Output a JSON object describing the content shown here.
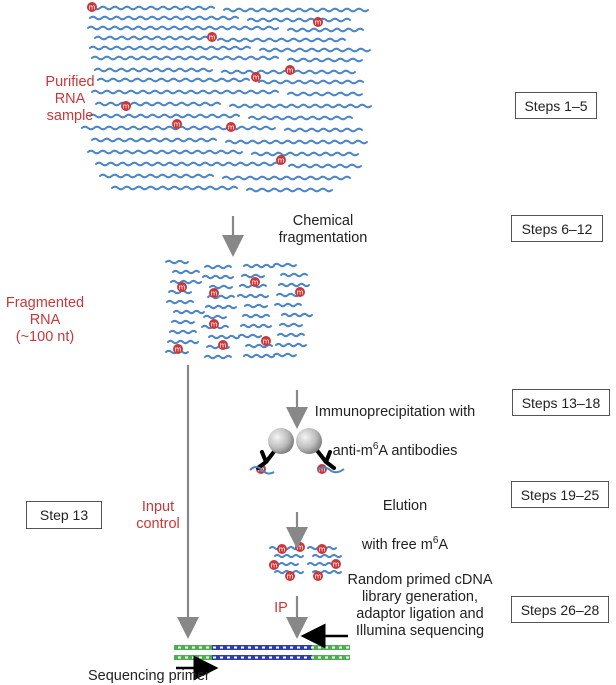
{
  "labels": {
    "purified": "Purified\nRNA\nsample",
    "fragmented": "Fragmented\nRNA\n(~100 nt)",
    "input_control": "Input\ncontrol",
    "ip": "IP",
    "chemical": "Chemical\nfragmentation",
    "immuno_line1": "Immunoprecipitation with",
    "immuno_line2_pre": "anti-m",
    "immuno_sup": "6",
    "immuno_line2_post": "A antibodies",
    "elution_line1": "Elution",
    "elution_line2_pre": "with free m",
    "elution_sup": "6",
    "elution_line2_post": "A",
    "random_primed": "Random primed cDNA\nlibrary generation,\nadaptor ligation and\nIllumina sequencing",
    "sequencing_primer": "Sequencing primer",
    "m_marker": "m"
  },
  "steps": {
    "s1": "Steps 1–5",
    "s2": "Steps 6–12",
    "s3": "Steps 13–18",
    "s4": "Step 13",
    "s5": "Steps 19–25",
    "s6": "Steps 26–28"
  },
  "colors": {
    "rna": "#4a86c8",
    "marker": "#c8383a",
    "label_red": "#c8383a",
    "arrow": "#888888",
    "dna_green": "#4caf50",
    "dna_blue": "#2f3fa8"
  }
}
